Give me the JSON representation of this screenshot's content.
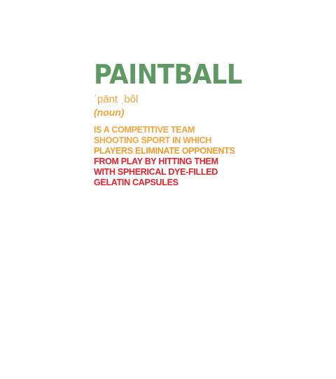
{
  "design": {
    "title": "PAINTBALL",
    "pronunciation": "ˈpānt ˌbôl",
    "part_of_speech": "(noun)",
    "definition_lines": [
      "IS A COMPETITIVE TEAM",
      "SHOOTING SPORT IN WHICH",
      "PLAYERS ELIMINATE OPPONENTS",
      "FROM PLAY BY HITTING THEM",
      "WITH SPHERICAL DYE-FILLED",
      "GELATIN CAPSULES"
    ],
    "colors": {
      "title": "#5f9a63",
      "pronunciation": "#f5a33c",
      "line_colors": [
        "#f5a33c",
        "#f5a33c",
        "#f39a2e",
        "#e8202a",
        "#e8202a",
        "#e8202a"
      ]
    }
  }
}
